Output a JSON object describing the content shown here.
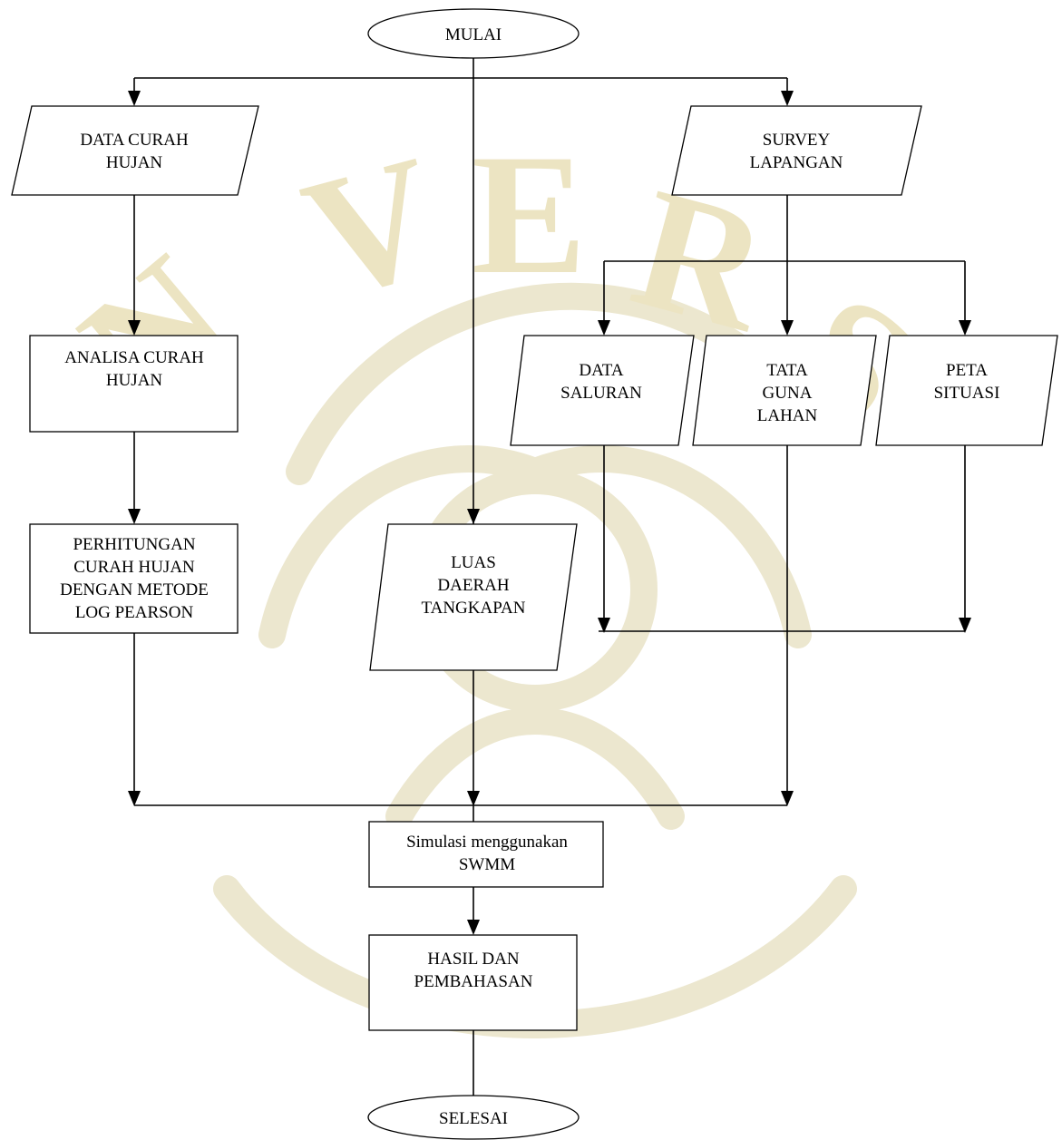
{
  "diagram": {
    "type": "flowchart",
    "nodes": {
      "mulai": {
        "lines": [
          "MULAI"
        ]
      },
      "data_curah_hujan": {
        "lines": [
          "DATA CURAH",
          "HUJAN"
        ]
      },
      "survey_lapangan": {
        "lines": [
          "SURVEY",
          "LAPANGAN"
        ]
      },
      "analisa_curah_hujan": {
        "lines": [
          "ANALISA CURAH",
          "HUJAN"
        ]
      },
      "data_saluran": {
        "lines": [
          "DATA",
          "SALURAN"
        ]
      },
      "tata_guna_lahan": {
        "lines": [
          "TATA",
          "GUNA",
          "LAHAN"
        ]
      },
      "peta_situasi": {
        "lines": [
          "PETA",
          "SITUASI"
        ]
      },
      "perhitungan": {
        "lines": [
          "PERHITUNGAN",
          "CURAH HUJAN",
          "DENGAN METODE",
          "LOG PEARSON"
        ]
      },
      "luas_daerah": {
        "lines": [
          "LUAS",
          "DAERAH",
          "TANGKAPAN"
        ]
      },
      "simulasi": {
        "lines": [
          "Simulasi menggunakan",
          "SWMM"
        ]
      },
      "hasil": {
        "lines": [
          "HASIL DAN",
          "PEMBAHASAN"
        ]
      },
      "selesai": {
        "lines": [
          "SELESAI"
        ]
      }
    },
    "edges": [
      [
        "mulai",
        "data_curah_hujan"
      ],
      [
        "mulai",
        "survey_lapangan"
      ],
      [
        "mulai",
        "luas_daerah"
      ],
      [
        "data_curah_hujan",
        "analisa_curah_hujan"
      ],
      [
        "analisa_curah_hujan",
        "perhitungan"
      ],
      [
        "survey_lapangan",
        "data_saluran"
      ],
      [
        "survey_lapangan",
        "tata_guna_lahan"
      ],
      [
        "survey_lapangan",
        "peta_situasi"
      ],
      [
        "data_saluran",
        "simulasi"
      ],
      [
        "tata_guna_lahan",
        "simulasi"
      ],
      [
        "peta_situasi",
        "simulasi"
      ],
      [
        "perhitungan",
        "simulasi"
      ],
      [
        "luas_daerah",
        "simulasi"
      ],
      [
        "simulasi",
        "hasil"
      ],
      [
        "hasil",
        "selesai"
      ]
    ]
  }
}
